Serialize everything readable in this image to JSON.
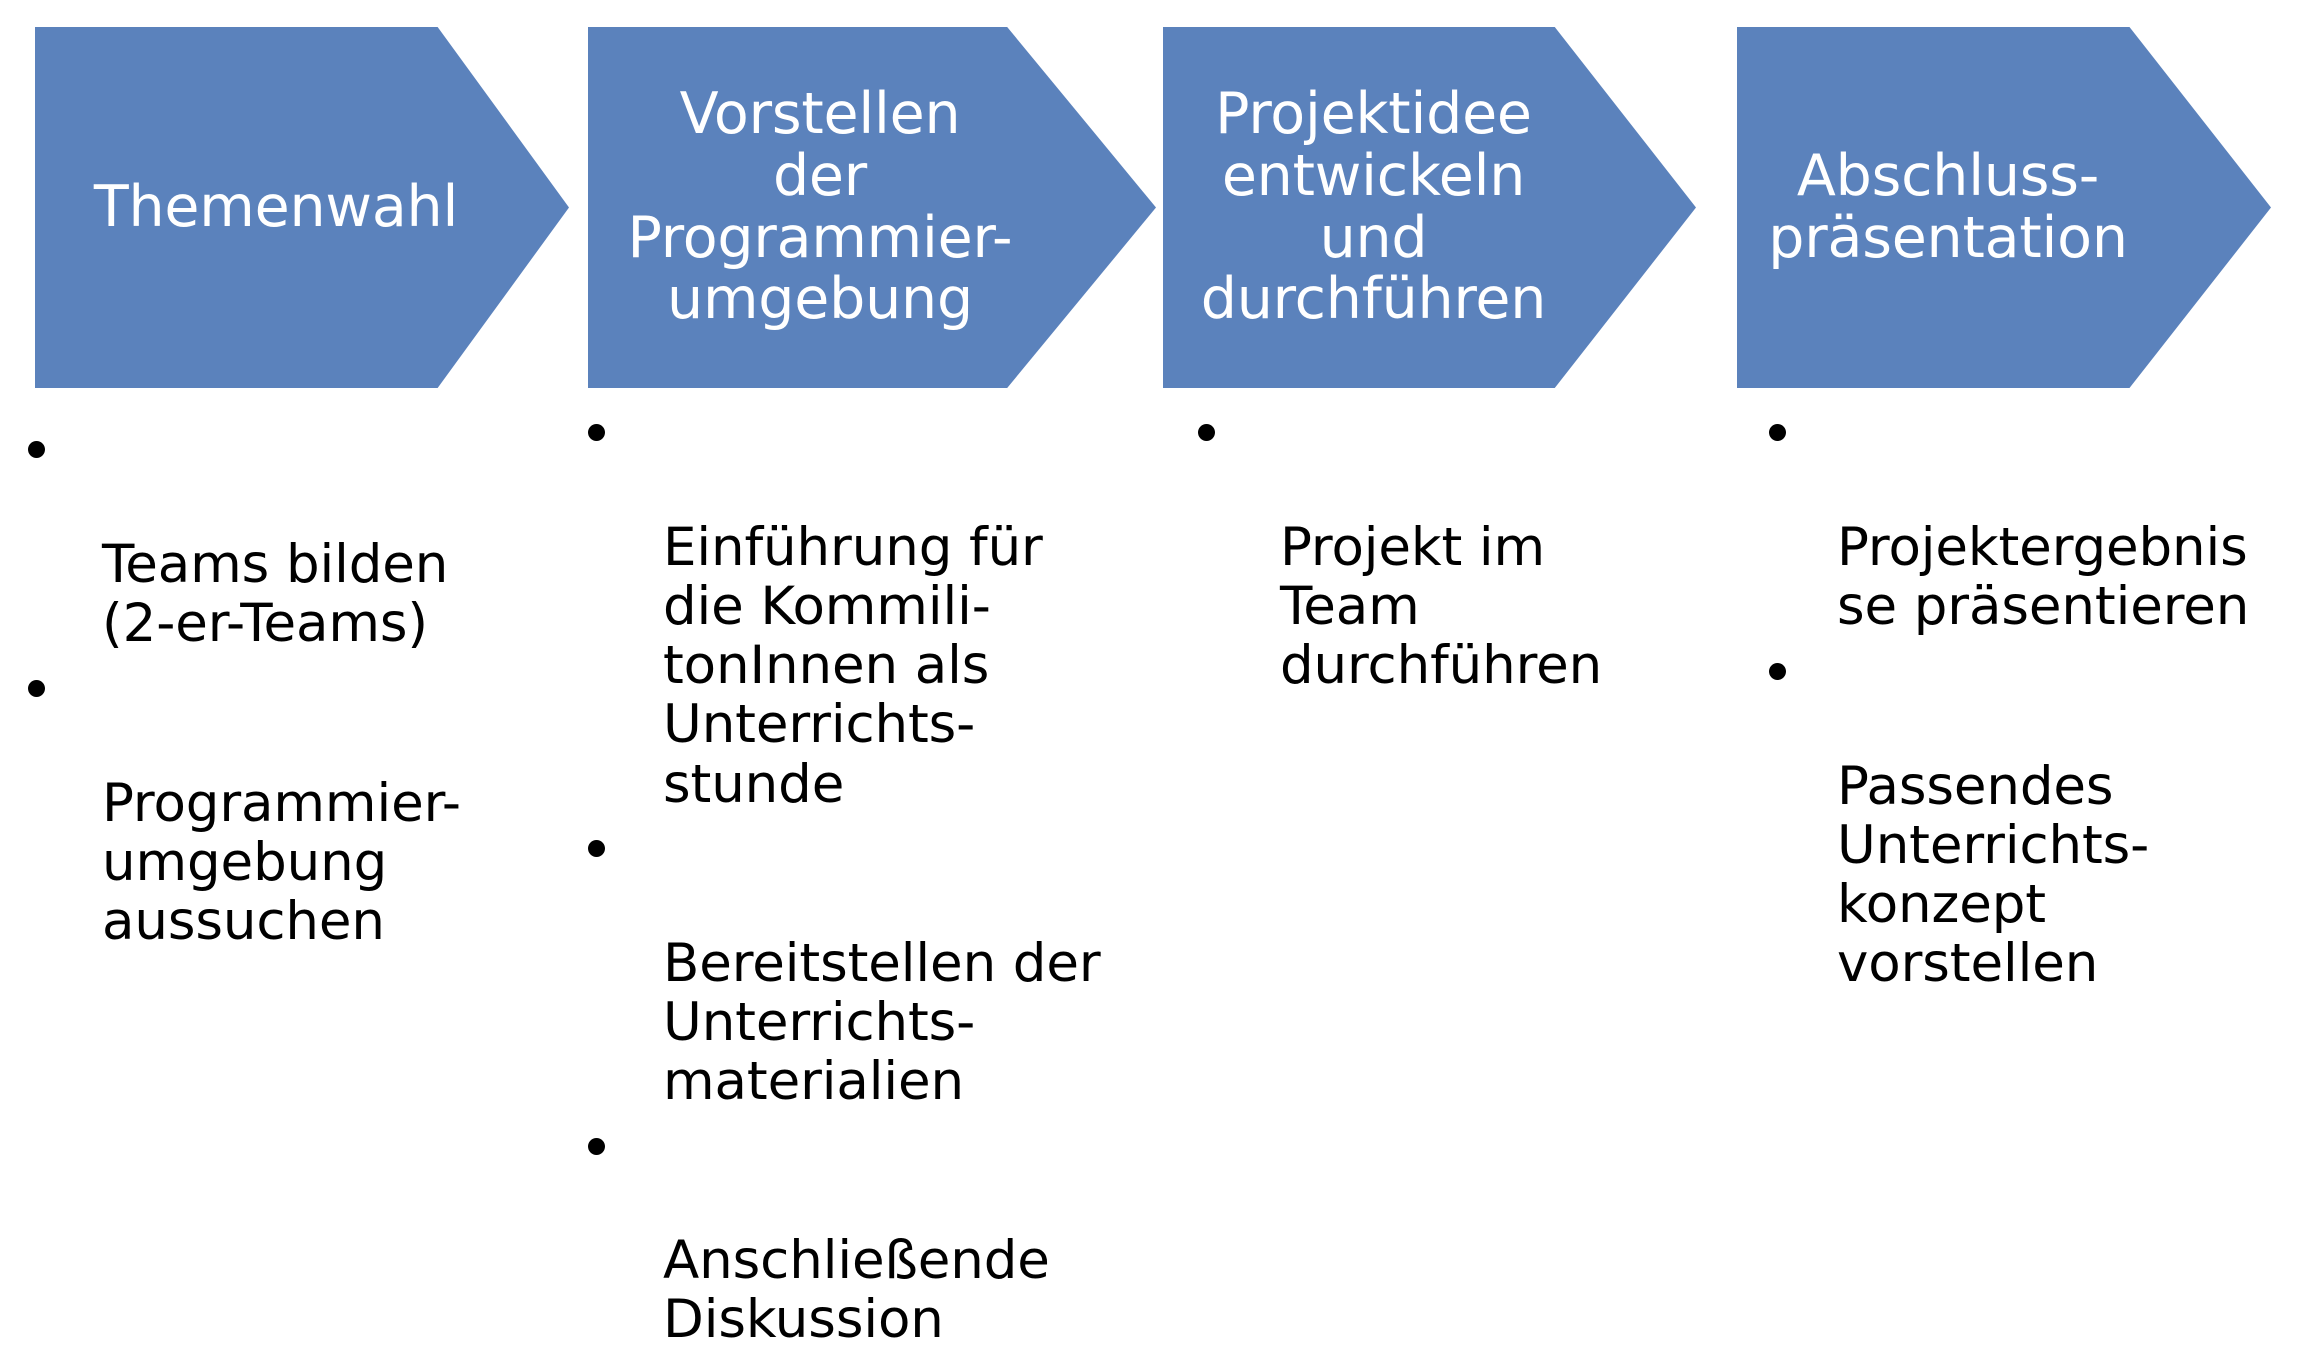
{
  "diagram": {
    "type": "chevron-process-flow",
    "accent_color": "#5b82bc",
    "text_color_on_accent": "#ffffff",
    "text_color_body": "#000000",
    "background": "#ffffff",
    "bullet_glyph": "•"
  },
  "steps": [
    {
      "index": 1,
      "title": "Themenwahl",
      "title_lines": "Themenwahl",
      "bullets": [
        "Teams bilden\n(2-er-Teams)",
        "Programmier-\numgebung\naussuchen"
      ]
    },
    {
      "index": 2,
      "title": "Vorstellen der Programmierumgebung",
      "title_lines": "Vorstellen\nder\nProgrammier-\numgebung",
      "bullets": [
        "Einführung für\ndie Kommili-\ntonInnen als\nUnterrichts-\nstunde",
        "Bereitstellen der\nUnterrichts-\nmaterialien",
        "Anschließende\nDiskussion"
      ]
    },
    {
      "index": 3,
      "title": "Projektidee entwickeln und durchführen",
      "title_lines": "Projektidee\nentwickeln\nund\ndurchführen",
      "bullets": [
        "Projekt im\nTeam\ndurchführen"
      ]
    },
    {
      "index": 4,
      "title": "Abschluss-präsentation",
      "title_lines": "Abschluss-\npräsentation",
      "bullets": [
        "Projektergebnis\nse präsentieren",
        "Passendes\nUnterrichts-\nkonzept\nvorstellen"
      ]
    }
  ]
}
